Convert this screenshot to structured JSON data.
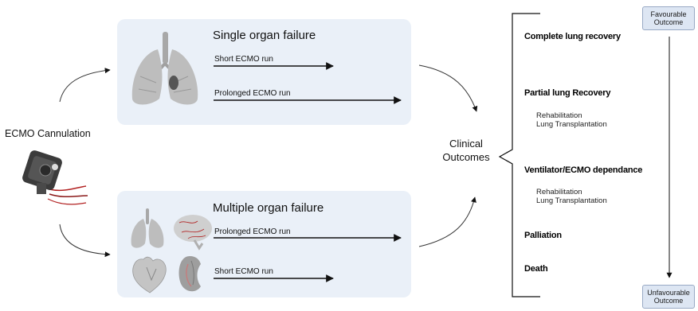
{
  "left": {
    "cannulation_label": "ECMO Cannulation"
  },
  "single": {
    "title": "Single organ failure",
    "run1": "Short ECMO run",
    "run2": "Prolonged ECMO run"
  },
  "multiple": {
    "title": "Multiple organ failure",
    "run1": "Prolonged ECMO run",
    "run2": "Short ECMO run"
  },
  "clinical": {
    "line1": "Clinical",
    "line2": "Outcomes"
  },
  "outcomes": [
    {
      "title": "Complete lung recovery",
      "subs": []
    },
    {
      "title": "Partial lung Recovery",
      "subs": [
        "Rehabilitation",
        "Lung Transplantation"
      ]
    },
    {
      "title": "Ventilator/ECMO dependance",
      "subs": [
        "Rehabilitation",
        "Lung Transplantation"
      ]
    },
    {
      "title": "Palliation",
      "subs": []
    },
    {
      "title": "Death",
      "subs": []
    }
  ],
  "scale": {
    "top_line1": "Favourable",
    "top_line2": "Outcome",
    "bottom_line1": "Unfavourable",
    "bottom_line2": "Outcome"
  },
  "icons": [
    "lungs-icon",
    "brain-icon",
    "heart-icon",
    "kidney-icon",
    "ecmo-pump-icon"
  ],
  "colors": {
    "panel": "#eaf0f8",
    "organ": "#b9b9b9",
    "tag": "#dde6f3"
  }
}
